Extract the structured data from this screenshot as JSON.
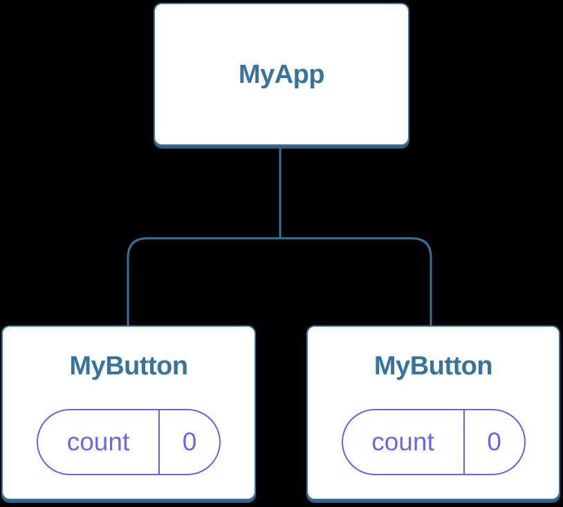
{
  "diagram": {
    "title": "component-tree",
    "colors": {
      "background": "#000000",
      "node_fill": "#FFFFFF",
      "node_border_blue": "#36749E",
      "node_shadow_blue": "#2F6189",
      "state_purple": "#6363DF"
    },
    "root": {
      "label": "MyApp"
    },
    "children": [
      {
        "label": "MyButton",
        "state": {
          "key": "count",
          "value": "0"
        }
      },
      {
        "label": "MyButton",
        "state": {
          "key": "count",
          "value": "0"
        }
      }
    ]
  }
}
